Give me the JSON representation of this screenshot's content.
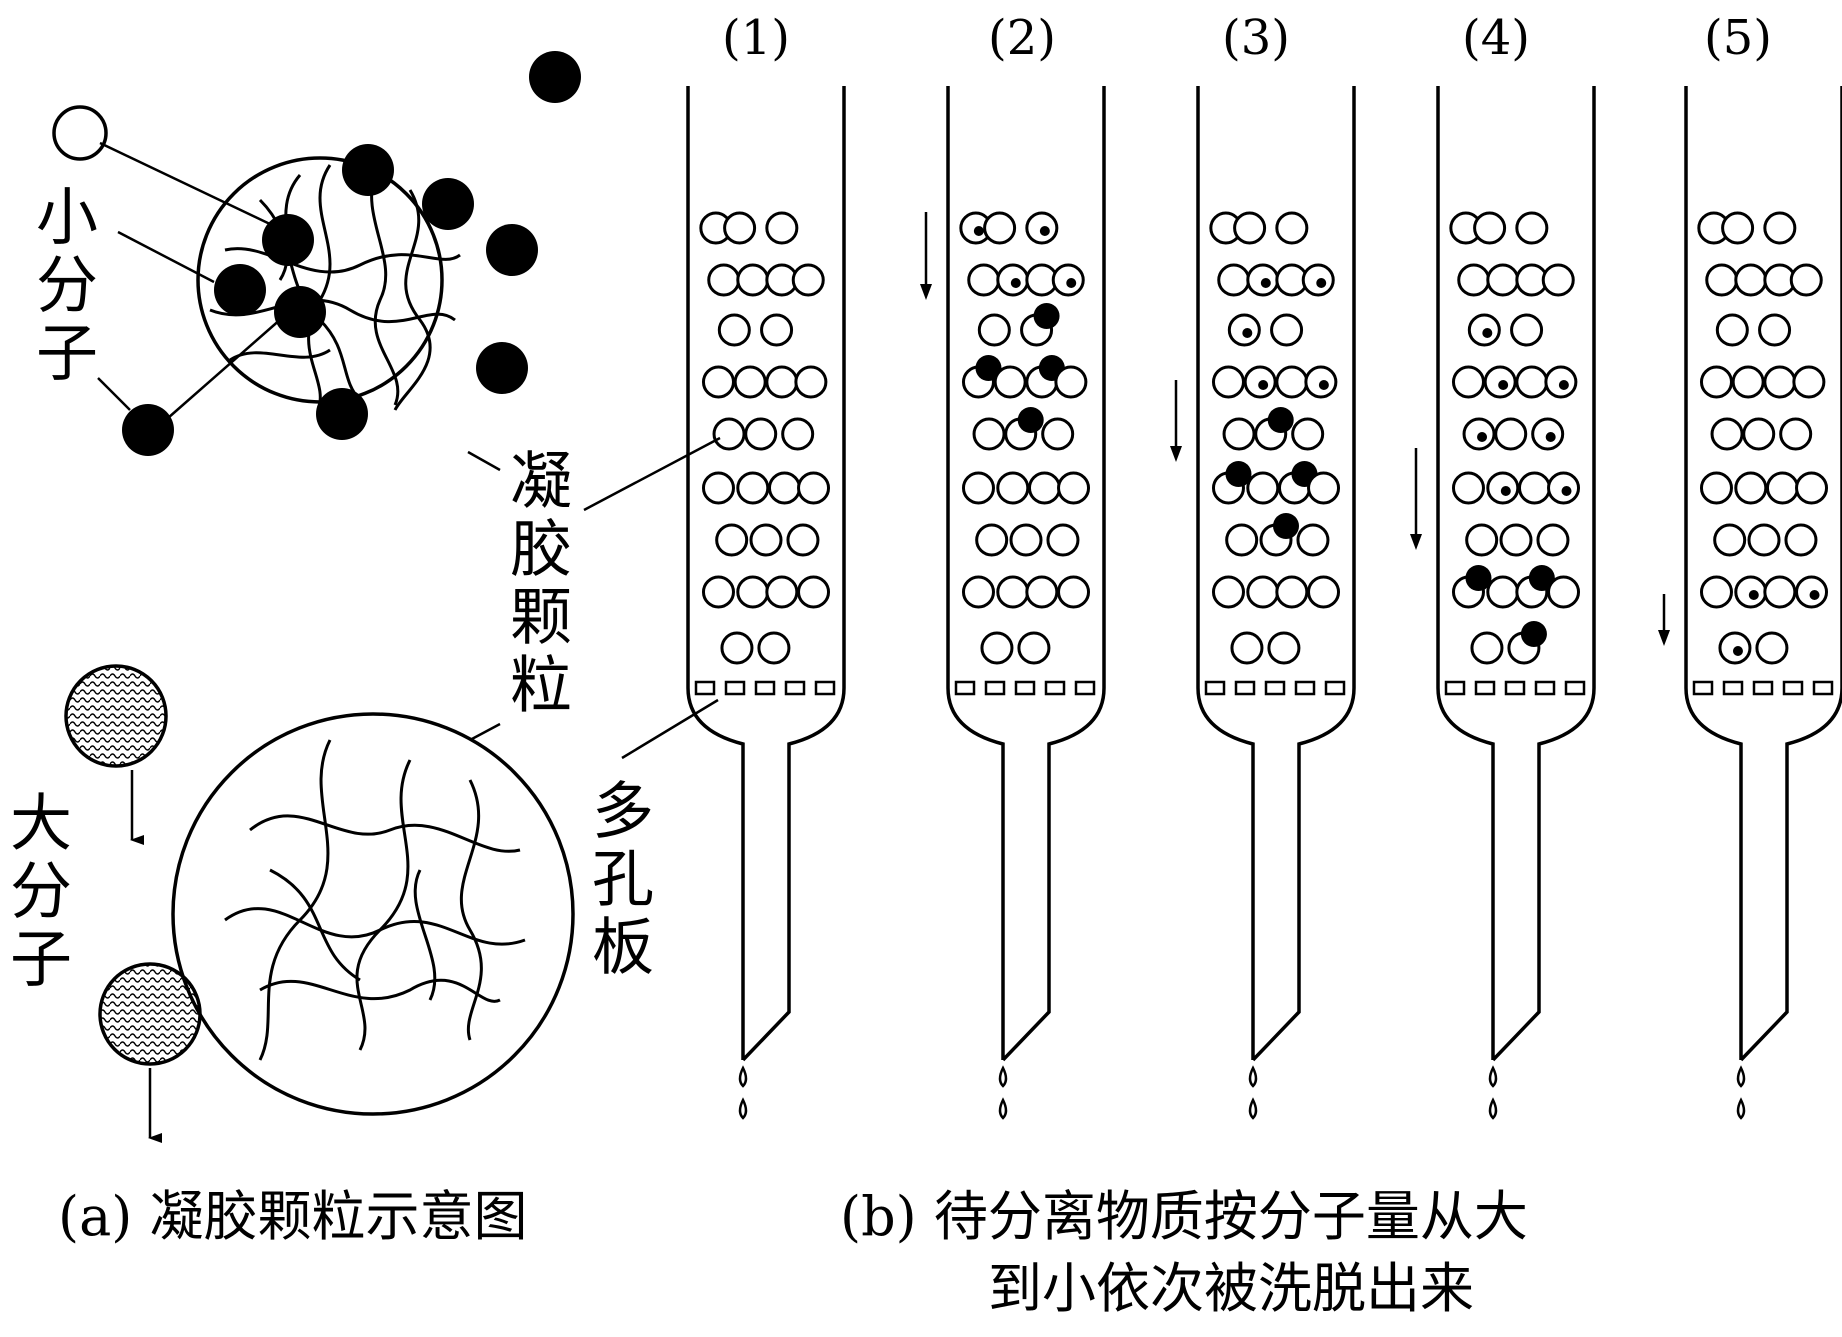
{
  "labels": {
    "small_molecule": "小分子",
    "large_molecule": "大分子",
    "gel_particle": "凝胶颗粒",
    "porous_plate": "多孔板"
  },
  "columns": [
    {
      "label": "(1)"
    },
    {
      "label": "(2)"
    },
    {
      "label": "(3)"
    },
    {
      "label": "(4)"
    },
    {
      "label": "(5)"
    }
  ],
  "captions": {
    "a": "(a) 凝胶颗粒示意图",
    "b_line1": "(b) 待分离物质按分子量从大",
    "b_line2": "到小依次被洗脱出来"
  },
  "colors": {
    "ink": "#000000",
    "paper": "#ffffff"
  }
}
